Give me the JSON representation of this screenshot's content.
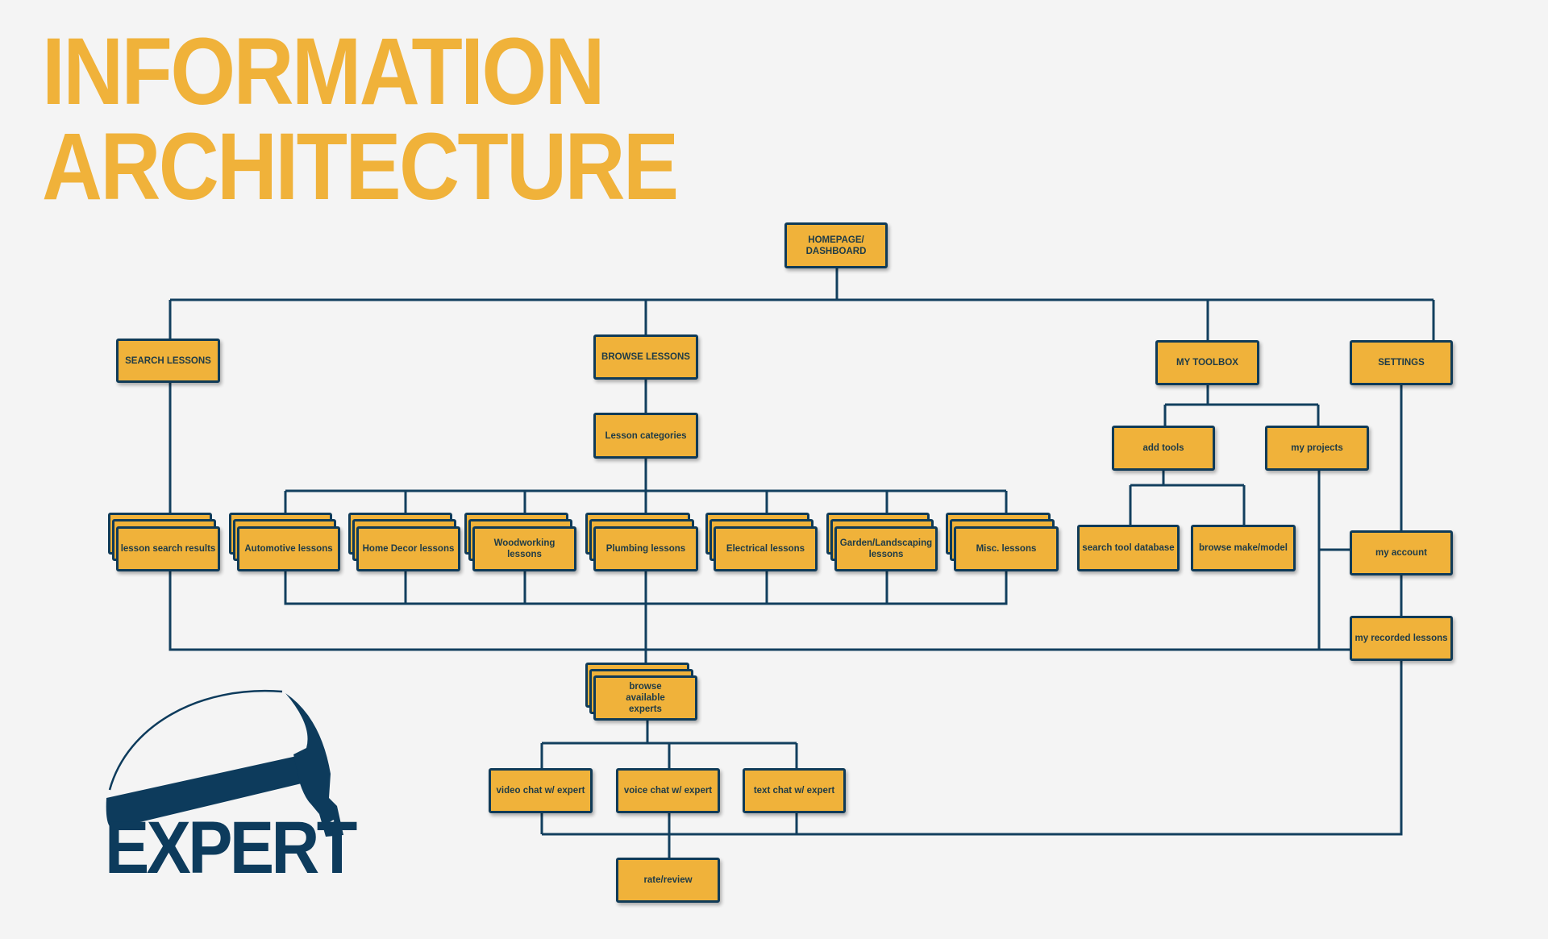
{
  "title": {
    "line1": "INFORMATION",
    "line2": "ARCHITECTURE"
  },
  "nodes": {
    "homepage": "HOMEPAGE/ DASHBOARD",
    "search_lessons": "SEARCH  LESSONS",
    "browse_lessons": "BROWSE LESSONS",
    "my_toolbox": "MY TOOLBOX",
    "settings": "SETTINGS",
    "lesson_categories": "Lesson categories",
    "lesson_search_results": "lesson search results",
    "automotive": "Automotive lessons",
    "home_decor": "Home Decor lessons",
    "woodworking": "Woodworking lessons",
    "plumbing": "Plumbing lessons",
    "electrical": "Electrical lessons",
    "garden": "Garden/Landscaping lessons",
    "misc": "Misc. lessons",
    "add_tools": "add tools",
    "my_projects": "my projects",
    "search_tool_database": "search tool database",
    "browse_make_model": "browse make/model",
    "my_account": "my account",
    "my_recorded_lessons": "my recorded lessons",
    "browse_experts": "browse available experts",
    "video_chat": "video chat w/ expert",
    "voice_chat": "voice chat w/ expert",
    "text_chat": "text chat w/ expert",
    "rate_review": "rate/review"
  },
  "logo": {
    "text": "EXPERT",
    "icon": "hammer-icon"
  },
  "colors": {
    "accent": "#f0b23a",
    "navy": "#103b58",
    "background": "#f4f4f4"
  }
}
